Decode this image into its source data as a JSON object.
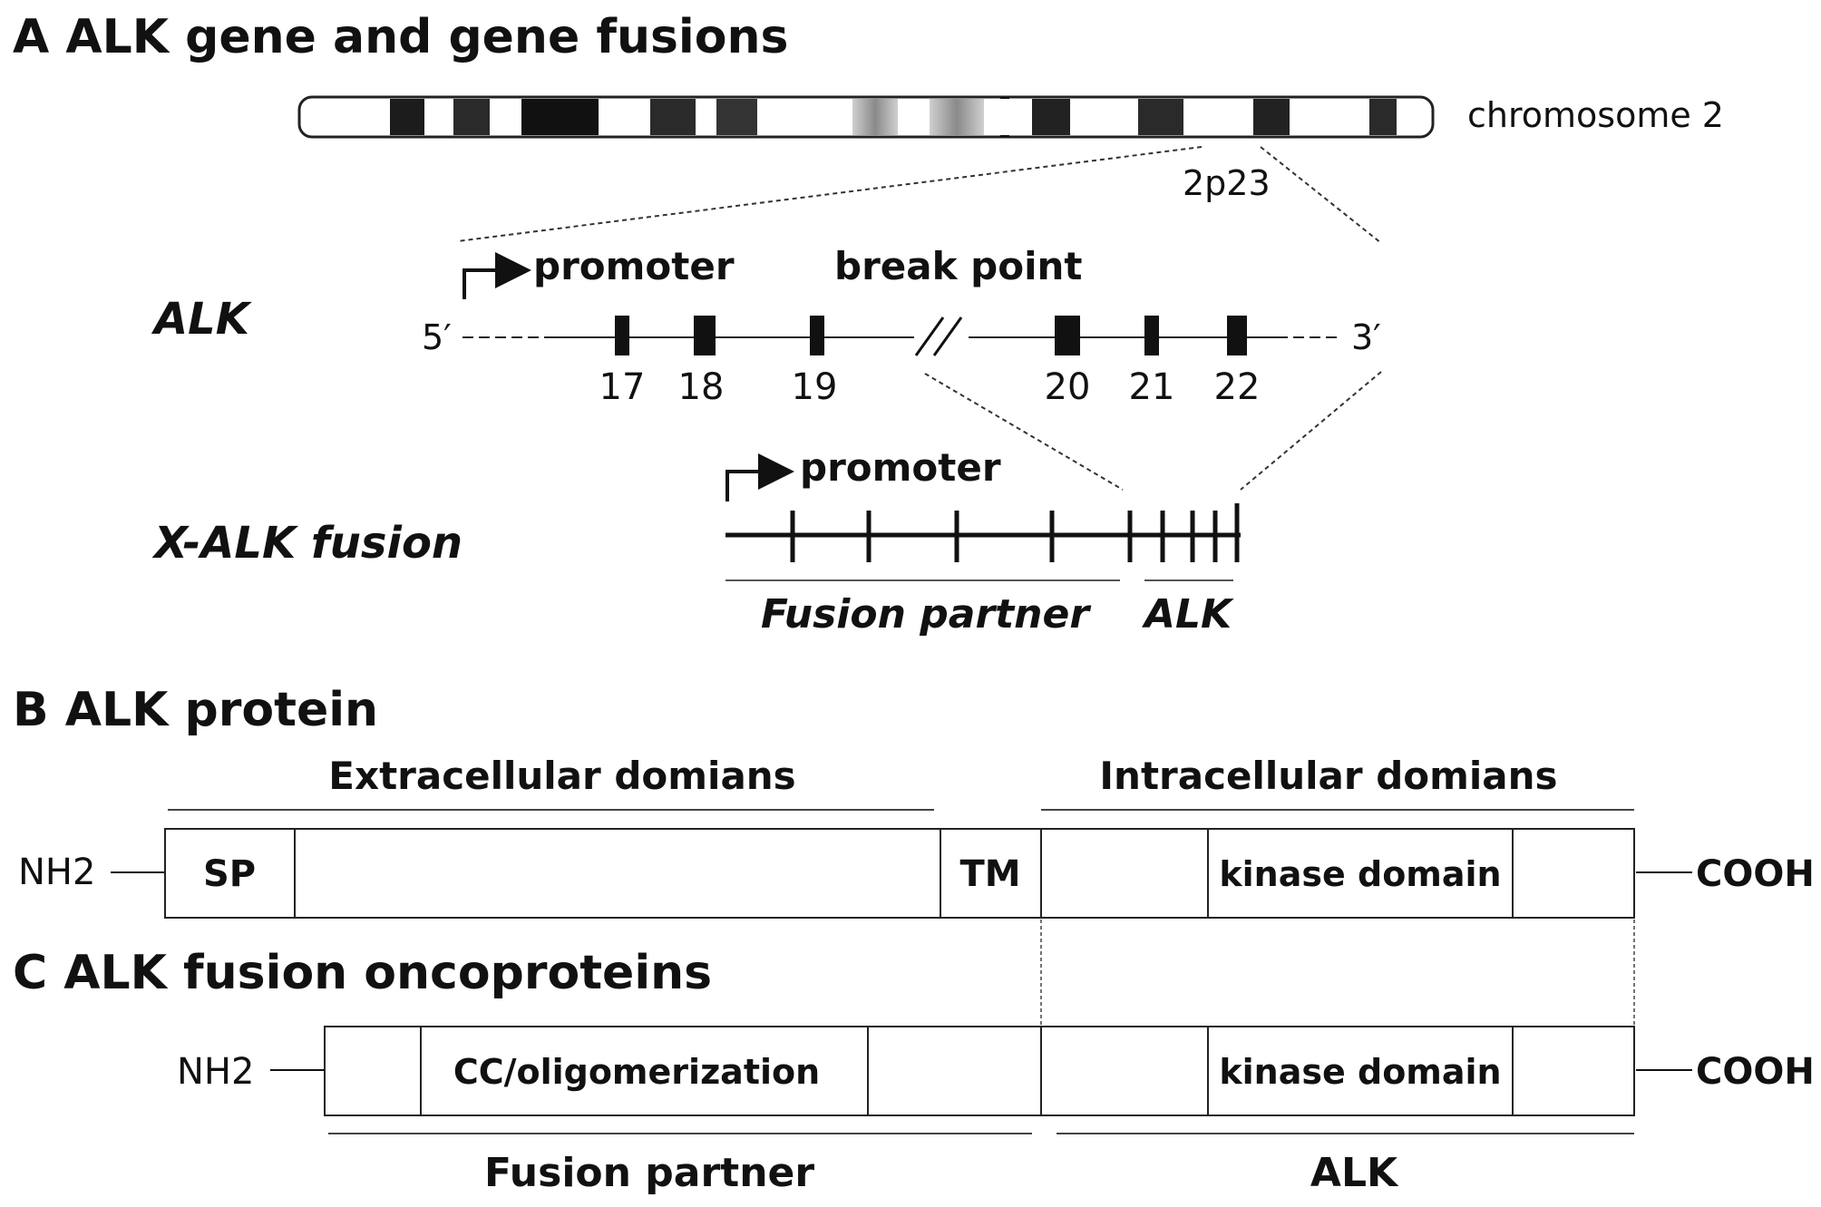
{
  "panelA": {
    "heading": "A ALK gene and gene fusions",
    "chromosome_label": "chromosome 2",
    "locus_label": "2p23",
    "alk_label": "ALK",
    "promoter_label": "promoter",
    "breakpoint_label": "break point",
    "five_prime": "5′",
    "three_prime": "3′",
    "exons": [
      "17",
      "18",
      "19",
      "20",
      "21",
      "22"
    ],
    "fusion_label": "X-ALK fusion",
    "fusion_promoter_label": "promoter",
    "fusion_partner_label": "Fusion partner",
    "fusion_alk_label": "ALK"
  },
  "panelB": {
    "heading": "B ALK protein",
    "extracellular_label": "Extracellular domians",
    "intracellular_label": "Intracellular domians",
    "nh2": "NH2",
    "cooh": "COOH",
    "sp": "SP",
    "tm": "TM",
    "kinase": "kinase domain"
  },
  "panelC": {
    "heading": "C ALK fusion oncoproteins",
    "nh2": "NH2",
    "cooh": "COOH",
    "cc": "CC/oligomerization",
    "kinase": "kinase domain",
    "partner_label": "Fusion partner",
    "alk_label": "ALK"
  }
}
